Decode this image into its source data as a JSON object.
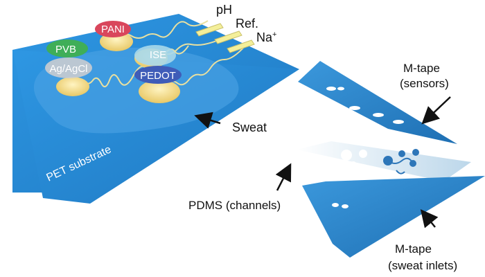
{
  "labels": {
    "ph": "pH",
    "ref": "Ref.",
    "na": "Na",
    "na_sup": "+",
    "pani": "PANI",
    "pvb": "PVB",
    "agagcl": "Ag/AgCl",
    "ise": "ISE",
    "pedot": "PEDOT",
    "pet": "PET substrate",
    "sweat": "Sweat",
    "mtape_sensors_1": "M-tape",
    "mtape_sensors_2": "(sensors)",
    "pdms": "PDMS (channels)",
    "mtape_inlets_1": "M-tape",
    "mtape_inlets_2": "(sweat inlets)"
  },
  "colors": {
    "substrate": "#2b8bd6",
    "sweat_pool": "#4aa2e3",
    "electrode": "#f3dc8c",
    "contact_pad": "#f4ef9a",
    "pani": "#d9465c",
    "pvb": "#3fae58",
    "agagcl": "#c9ccd0",
    "ise": "#a9d8ea",
    "pedot": "#3f5cb8",
    "pdms": "#e9f4fb",
    "channel": "#2d76b8"
  }
}
